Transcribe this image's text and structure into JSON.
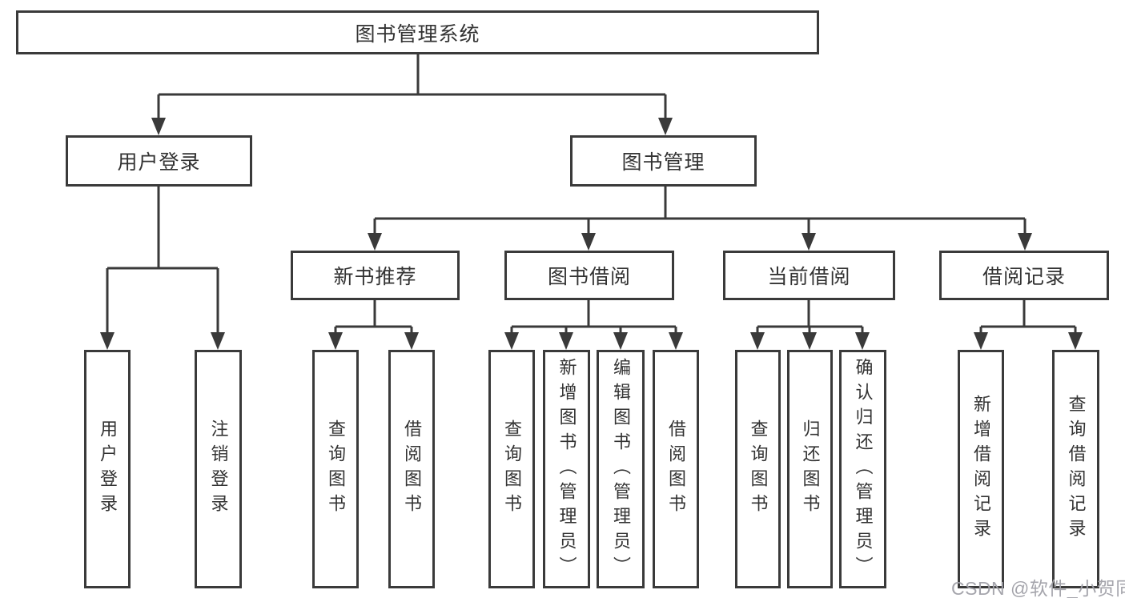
{
  "nodes": {
    "root": "图书管理系统",
    "l2": [
      "用户登录",
      "图书管理"
    ],
    "l3": [
      "新书推荐",
      "图书借阅",
      "当前借阅",
      "借阅记录"
    ],
    "l4": [
      "用户登录",
      "注销登录",
      "查询图书",
      "借阅图书",
      "查询图书",
      "新增图书（管理员）",
      "编辑图书（管理员）",
      "借阅图书",
      "查询图书",
      "归还图书",
      "确认归还（管理员）",
      "新增借阅记录",
      "查询借阅记录"
    ]
  },
  "hierarchy": {
    "图书管理系统": {
      "用户登录": [
        "用户登录",
        "注销登录"
      ],
      "图书管理": {
        "新书推荐": [
          "查询图书",
          "借阅图书"
        ],
        "图书借阅": [
          "查询图书",
          "新增图书（管理员）",
          "编辑图书（管理员）",
          "借阅图书"
        ],
        "当前借阅": [
          "查询图书",
          "归还图书",
          "确认归还（管理员）"
        ],
        "借阅记录": [
          "新增借阅记录",
          "查询借阅记录"
        ]
      }
    }
  },
  "watermark": "CSDN @软件_小贺同学",
  "colors": {
    "line": "#3a3a3a",
    "text": "#333333",
    "watermark": "#a0a0a8",
    "background": "#ffffff"
  }
}
